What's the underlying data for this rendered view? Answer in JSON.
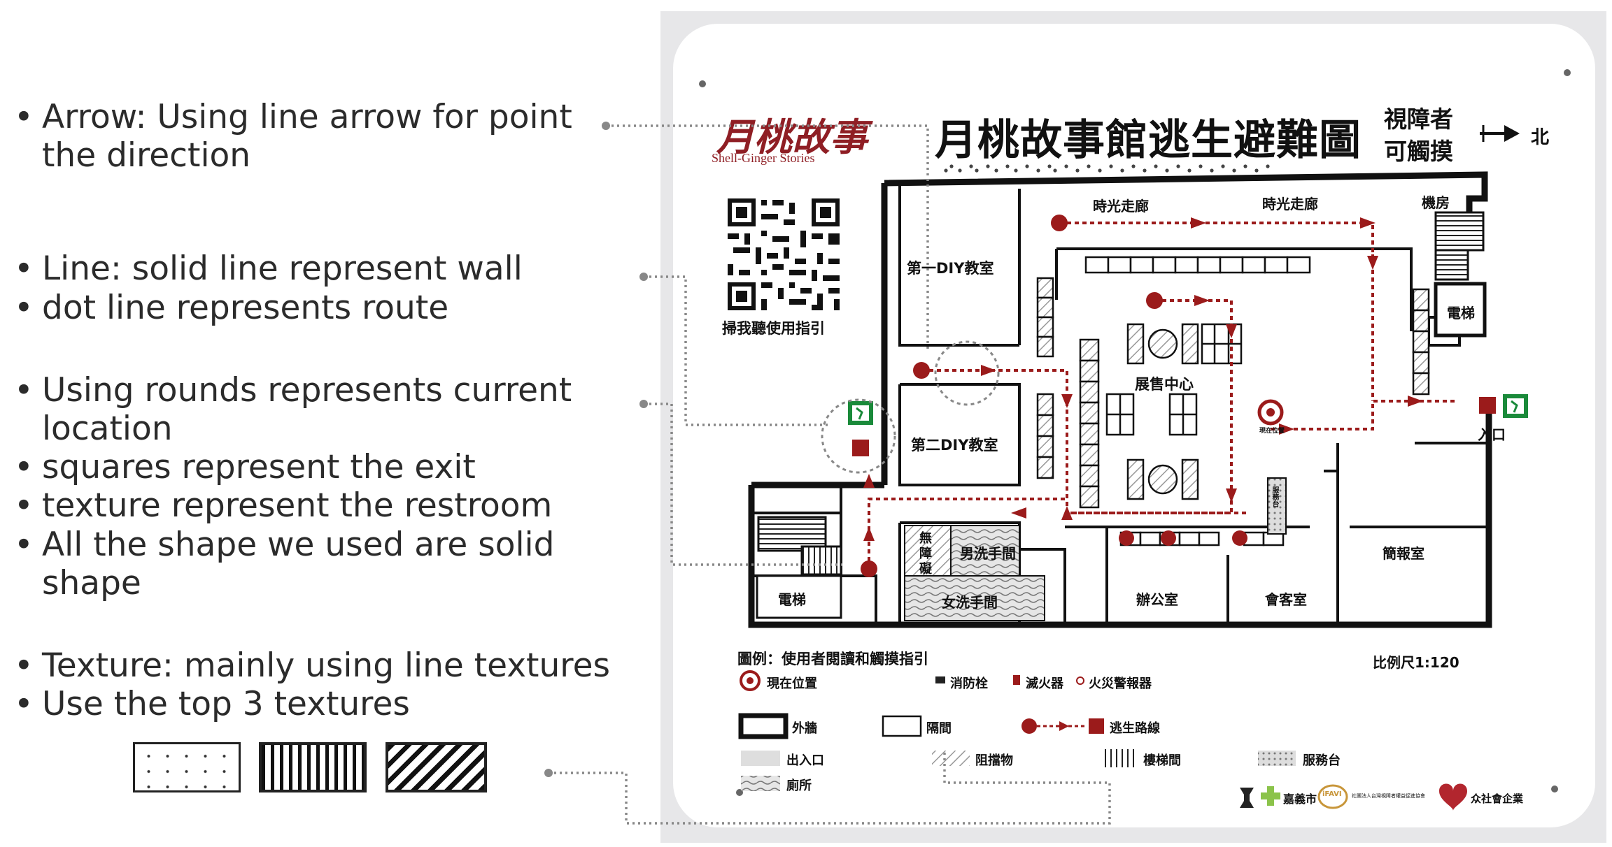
{
  "annotations": [
    {
      "bullet": "•",
      "text": "Arrow: Using line arrow for point the direction"
    },
    {
      "bullet": "•",
      "text": "Line: solid line represent wall"
    },
    {
      "bullet": "•",
      "text": "dot line represents route"
    },
    {
      "bullet": "•",
      "text": "Using rounds represents current location"
    },
    {
      "bullet": "•",
      "text": "squares represent the exit"
    },
    {
      "bullet": "•",
      "text": "texture represent the restroom"
    },
    {
      "bullet": "•",
      "text": "All the shape we used are solid shape"
    },
    {
      "bullet": "•",
      "text": "Texture: mainly using line textures"
    },
    {
      "bullet": "•",
      "text": "Use the top 3 textures"
    }
  ],
  "textures": [
    "dots-texture",
    "vertical-lines-texture",
    "diagonal-lines-texture"
  ],
  "sign": {
    "logo": "月桃故事",
    "logo_sub": "Shell-Ginger Stories",
    "title": "月桃故事館逃生避難圖",
    "tactile_label_1": "視障者",
    "tactile_label_2": "可觸摸",
    "north": "北",
    "qr_caption": "掃我聽使用指引",
    "rooms": {
      "corridor_1": "時光走廊",
      "corridor_2": "時光走廊",
      "machine_room": "機房",
      "diy_1": "第一DIY教室",
      "diy_2": "第二DIY教室",
      "sales_center": "展售中心",
      "elevator_right": "電梯",
      "elevator_left": "電梯",
      "current_position_small": "現在位置",
      "entrance": "入口",
      "accessible_1": "無",
      "accessible_2": "障",
      "accessible_3": "礙",
      "mens_restroom": "男洗手間",
      "womens_restroom": "女洗手間",
      "office": "辦公室",
      "meeting_room": "會客室",
      "briefing_room": "簡報室",
      "counter": "服務台"
    },
    "legend": {
      "title": "圖例：使用者閱讀和觸摸指引",
      "scale": "比例尺1:120",
      "current": "現在位置",
      "hydrant": "消防栓",
      "extinguisher": "滅火器",
      "alarm": "火災警報器",
      "outer_wall": "外牆",
      "partition": "隔間",
      "route": "逃生路線",
      "entrance_exit": "出入口",
      "obstacle": "阻擋物",
      "stairs": "樓梯間",
      "service": "服務台",
      "restroom": "廁所"
    },
    "sponsors": {
      "city": "嘉義市",
      "ifavi": "iFAVI",
      "org": "社團法人台灣視障者權益促進協會",
      "company": "众社會企業"
    }
  },
  "colors": {
    "route": "#9b1b1b",
    "exit_green": "#1a8a3a",
    "wall": "#111111",
    "leader": "#888888"
  }
}
